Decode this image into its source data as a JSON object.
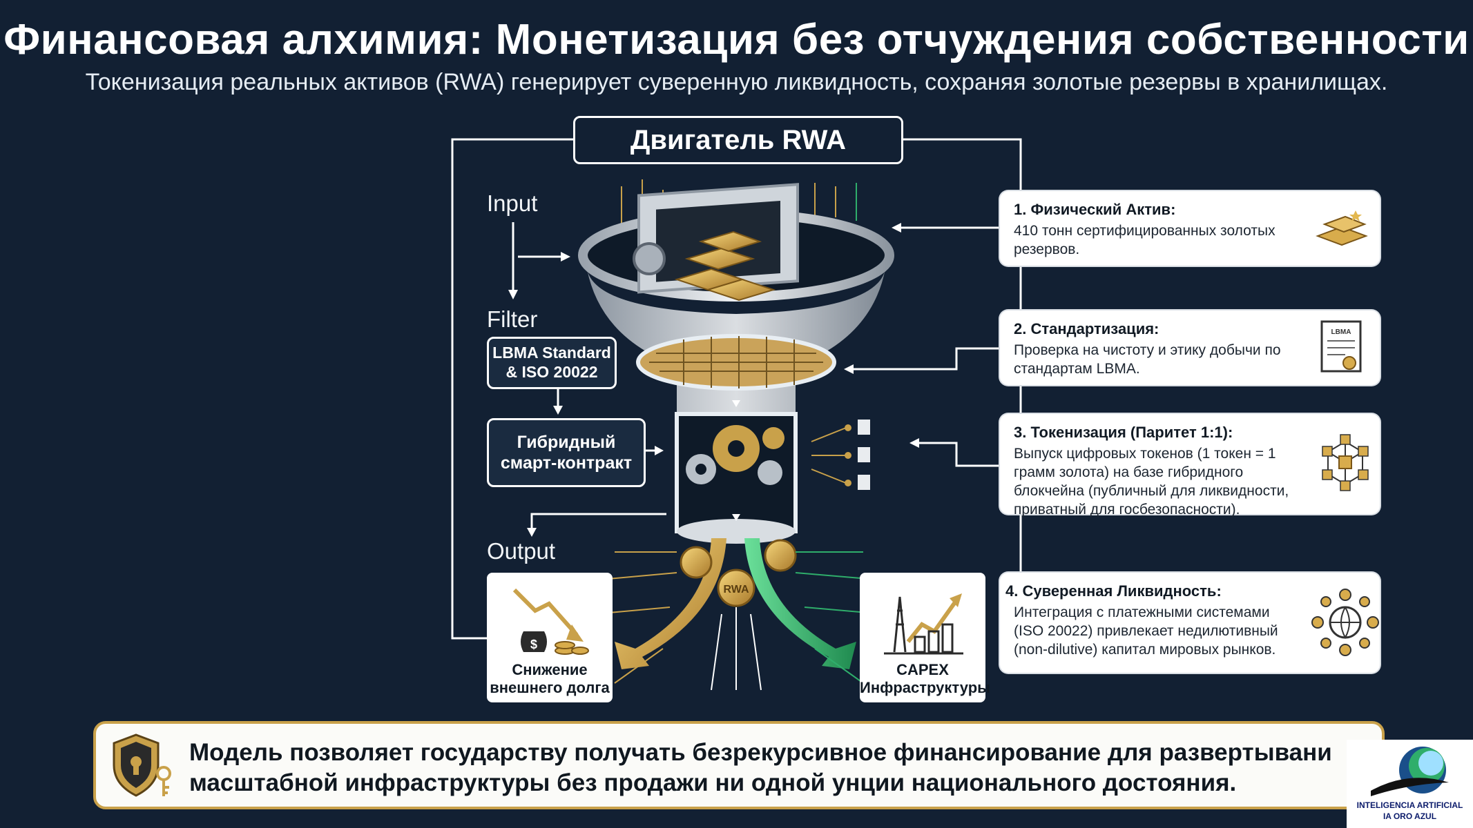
{
  "header": {
    "title": "Финансовая алхимия: Монетизация без отчуждения собственности",
    "subtitle": "Токенизация реальных активов (RWA) генерирует суверенную ликвидность, сохраняя золотые резервы в хранилищах."
  },
  "engine": {
    "label": "Двигатель RWA",
    "coin_label": "RWA"
  },
  "flow": {
    "input_label": "Input",
    "filter_label": "Filter",
    "output_label": "Output",
    "filter_box": "LBMA Standard & ISO 20022",
    "contract_box": "Гибридный смарт-контракт"
  },
  "steps": [
    {
      "heading": "1. Физический Актив:",
      "text": "410 тонн сертифицированных золотых резервов.",
      "icon": "gold-bars-icon"
    },
    {
      "heading": "2. Стандартизация:",
      "text": "Проверка на чистоту и этику добычи по стандартам LBMA.",
      "icon": "certificate-icon",
      "icon_text": "LBMA"
    },
    {
      "heading": "3. Токенизация (Паритет 1:1):",
      "text": "Выпуск цифровых токенов (1 токен = 1 грамм золота) на базе гибридного блокчейна (публичный для ликвидности, приватный для госбезопасности).",
      "icon": "blockchain-icon"
    },
    {
      "heading": "4. Суверенная Ликвидность:",
      "text": "Интеграция с платежными системами (ISO 20022) привлекает недилютивный (non-dilutive) капитал мировых рынков.",
      "icon": "global-network-icon"
    }
  ],
  "outputs": {
    "left": {
      "label": "Снижение внешнего долга",
      "icon": "debt-decline-icon"
    },
    "right": {
      "label": "CAPEX Инфраструктуры",
      "icon": "infrastructure-growth-icon"
    }
  },
  "banner": {
    "text": "Модель позволяет государству получать безрекурсивное финансирование для развертывани масштабной инфраструктуры без продажи ни одной унции национального достояния.",
    "icon": "shield-lock-icon"
  },
  "logo": {
    "line1": "INTELIGENCIA ARTIFICIAL",
    "line2": "IA ORO AZUL"
  },
  "colors": {
    "background": "#122033",
    "gold": "#c9a14a",
    "green": "#2fae6b",
    "white": "#ffffff"
  }
}
